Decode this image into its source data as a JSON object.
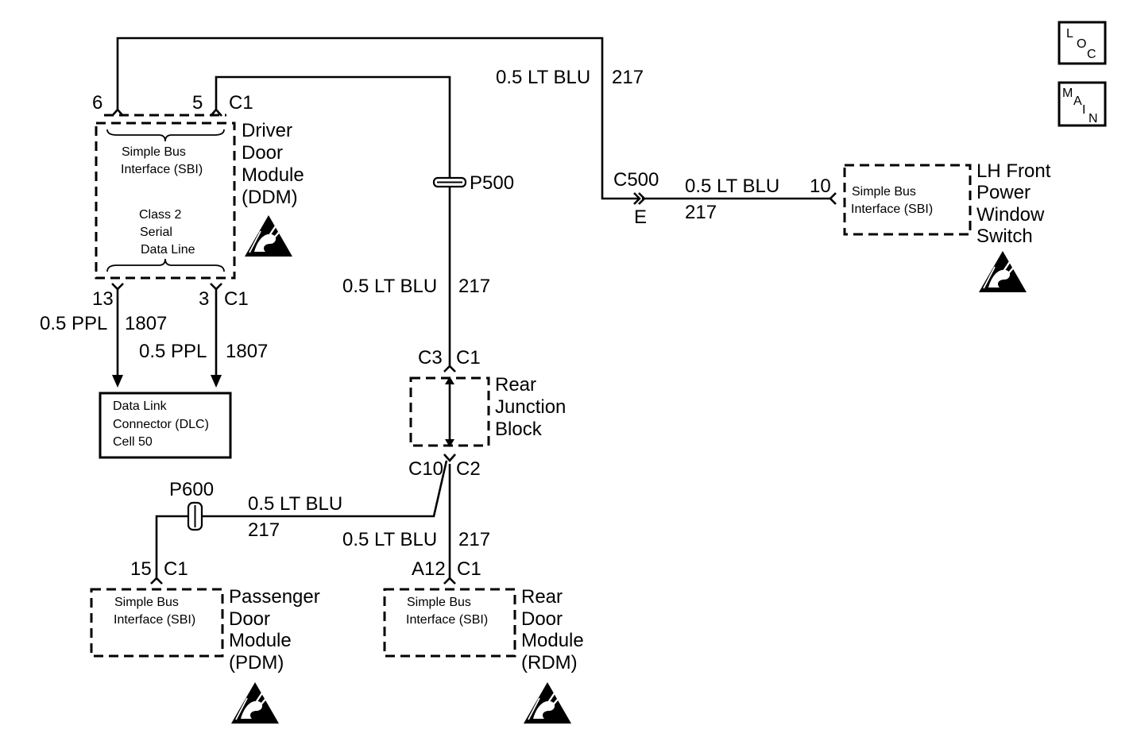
{
  "nav": {
    "loc": [
      "L",
      "O",
      "C"
    ],
    "main": [
      "M",
      "A",
      "I",
      "N"
    ]
  },
  "ddm": {
    "title": [
      "Driver",
      "Door",
      "Module",
      "(DDM)"
    ],
    "sbi": [
      "Simple Bus",
      "Interface (SBI)"
    ],
    "class2": [
      "Class 2",
      "Serial",
      "Data Line"
    ],
    "pin6": "6",
    "pin5": "5",
    "c1_top": "C1",
    "pin13": "13",
    "pin3": "3",
    "c1_bottom": "C1"
  },
  "dlc_wires": {
    "w1_gauge": "0.5 PPL",
    "w1_circuit": "1807",
    "w2_gauge": "0.5 PPL",
    "w2_circuit": "1807"
  },
  "dlc": {
    "lines": [
      "Data Link",
      "Connector (DLC)",
      "Cell 50"
    ]
  },
  "p500": {
    "label": "P500",
    "wire_gauge": "0.5 LT BLU",
    "wire_circuit": "217"
  },
  "top_wire": {
    "gauge": "0.5 LT BLU",
    "circuit": "217"
  },
  "c500": {
    "label": "C500",
    "pin": "E",
    "wire_gauge": "0.5 LT BLU",
    "wire_circuit": "217"
  },
  "lh_switch": {
    "pin": "10",
    "sbi": [
      "Simple Bus",
      "Interface (SBI)"
    ],
    "title": [
      "LH Front",
      "Power",
      "Window",
      "Switch"
    ]
  },
  "rjb": {
    "title": [
      "Rear",
      "Junction",
      "Block"
    ],
    "top_pin": "C3",
    "top_conn": "C1",
    "bot_pin": "C10",
    "bot_conn": "C2"
  },
  "p600": {
    "label": "P600",
    "wire_gauge": "0.5 LT BLU",
    "wire_circuit": "217"
  },
  "pdm": {
    "pin": "15",
    "conn": "C1",
    "sbi": [
      "Simple Bus",
      "Interface (SBI)"
    ],
    "title": [
      "Passenger",
      "Door",
      "Module",
      "(PDM)"
    ]
  },
  "rdm_wire": {
    "gauge": "0.5 LT BLU",
    "circuit": "217"
  },
  "rdm": {
    "pin": "A12",
    "conn": "C1",
    "sbi": [
      "Simple Bus",
      "Interface (SBI)"
    ],
    "title": [
      "Rear",
      "Door",
      "Module",
      "(RDM)"
    ]
  },
  "colors": {
    "ink": "#000000",
    "background": "#ffffff"
  },
  "icons": [
    "esd-warning-icon"
  ]
}
